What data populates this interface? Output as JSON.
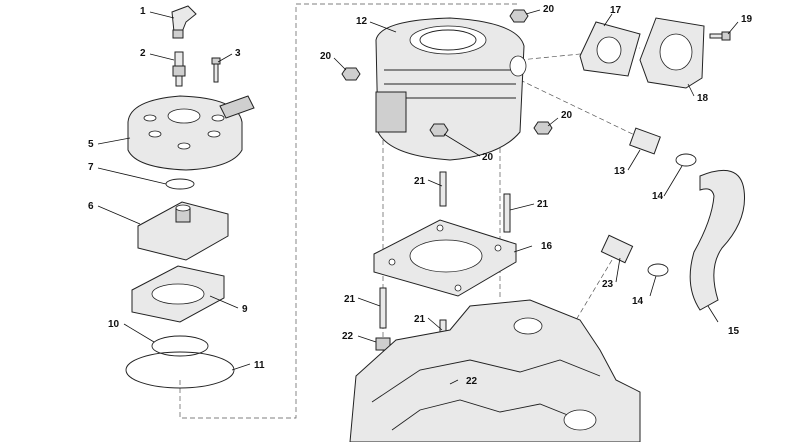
{
  "diagram": {
    "callouts": [
      {
        "id": "c1",
        "label": "1"
      },
      {
        "id": "c2",
        "label": "2"
      },
      {
        "id": "c3",
        "label": "3"
      },
      {
        "id": "c5",
        "label": "5"
      },
      {
        "id": "c7",
        "label": "7"
      },
      {
        "id": "c6",
        "label": "6"
      },
      {
        "id": "c9",
        "label": "9"
      },
      {
        "id": "c10",
        "label": "10"
      },
      {
        "id": "c11",
        "label": "11"
      },
      {
        "id": "c12",
        "label": "12"
      },
      {
        "id": "c20a",
        "label": "20"
      },
      {
        "id": "c20b",
        "label": "20"
      },
      {
        "id": "c20c",
        "label": "20"
      },
      {
        "id": "c20d",
        "label": "20"
      },
      {
        "id": "c17",
        "label": "17"
      },
      {
        "id": "c18",
        "label": "18"
      },
      {
        "id": "c19",
        "label": "19"
      },
      {
        "id": "c13",
        "label": "13"
      },
      {
        "id": "c14a",
        "label": "14"
      },
      {
        "id": "c14b",
        "label": "14"
      },
      {
        "id": "c15",
        "label": "15"
      },
      {
        "id": "c23",
        "label": "23"
      },
      {
        "id": "c21a",
        "label": "21"
      },
      {
        "id": "c21b",
        "label": "21"
      },
      {
        "id": "c21c",
        "label": "21"
      },
      {
        "id": "c21d",
        "label": "21"
      },
      {
        "id": "c16",
        "label": "16"
      },
      {
        "id": "c22a",
        "label": "22"
      },
      {
        "id": "c22b",
        "label": "22"
      }
    ]
  },
  "colors": {
    "line": "#222222",
    "fill": "#e9e9e9"
  }
}
